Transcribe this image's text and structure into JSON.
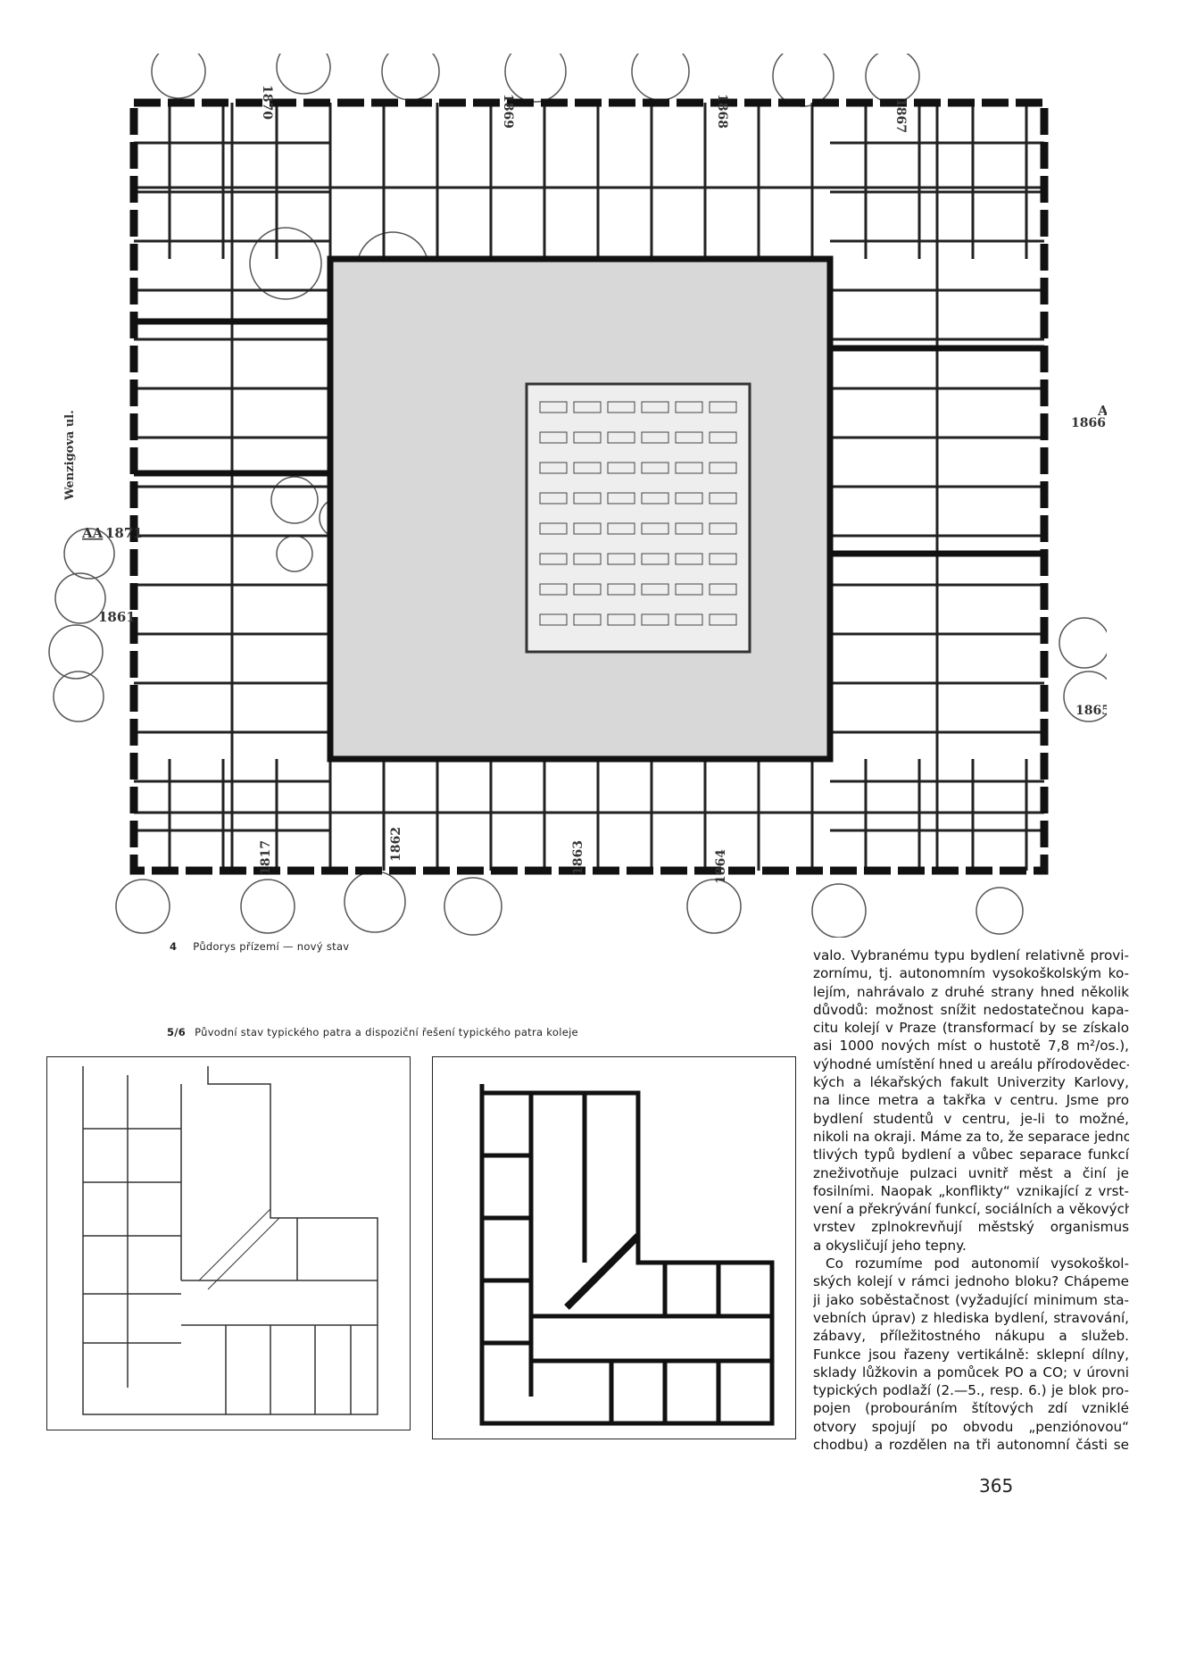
{
  "figure4": {
    "number": "4",
    "caption": "Půdorys přízemí — nový stav",
    "labels": {
      "street_left": "Wenzigova ul.",
      "section_left": "AA",
      "section_right": "AA",
      "n1870": "1870",
      "n1869": "1869",
      "n1868": "1868",
      "n1867": "1867",
      "n1866": "1866",
      "n1871": "1871",
      "n1861": "1861",
      "n1865": "1865",
      "n1817": "1817",
      "n1862": "1862",
      "n1863": "1863",
      "n1864": "1864"
    }
  },
  "figure56": {
    "number": "5/6",
    "caption": "Původní stav typického patra a dispoziční řešení typického patra koleje"
  },
  "text": {
    "lines": [
      "valo. Vybranému typu bydlení relativně provi-",
      "zornímu, tj. autonomním vysokoškolským ko-",
      "lejím, nahrávalo z druhé strany hned několik",
      "důvodů: možnost snížit nedostatečnou kapa-",
      "citu kolejí v Praze (transformací by se získalo",
      "asi 1000 nových míst o hustotě 7,8 m²/os.),",
      "výhodné umístění hned u areálu přírodovědec-",
      "kých a lékařských fakult Univerzity Karlovy,",
      "na lince metra a takřka v centru. Jsme pro",
      "bydlení studentů v centru, je-li to možné,",
      "nikoli na okraji. Máme za to, že separace jedno-",
      "tlivých typů bydlení a vůbec separace funkcí",
      "zneživotňuje pulzaci uvnitř měst a činí je",
      "fosilními. Naopak „konflikty“ vznikající z vrst-",
      "vení a překrývání funkcí, sociálních a věkových",
      "vrstev zplnokrevňují městský organismus",
      "a okysličují jeho tepny.",
      "Co rozumíme pod autonomií vysokoškol-",
      "ských kolejí v rámci jednoho bloku? Chápeme",
      "ji jako soběstačnost (vyžadující minimum sta-",
      "vebních úprav) z hlediska bydlení, stravování,",
      "zábavy, příležitostného nákupu a služeb.",
      "Funkce jsou řazeny vertikálně: sklepní dílny,",
      "sklady lůžkovin a pomůcek PO a CO; v úrovni",
      "typických podlaží (2.—5., resp. 6.) je blok pro-",
      "pojen (probouráním štítových zdí vzniklé",
      "otvory spojují po obvodu „penziónovou“",
      "chodbu) a rozdělen na tři autonomní části se"
    ]
  },
  "page_number": "365"
}
